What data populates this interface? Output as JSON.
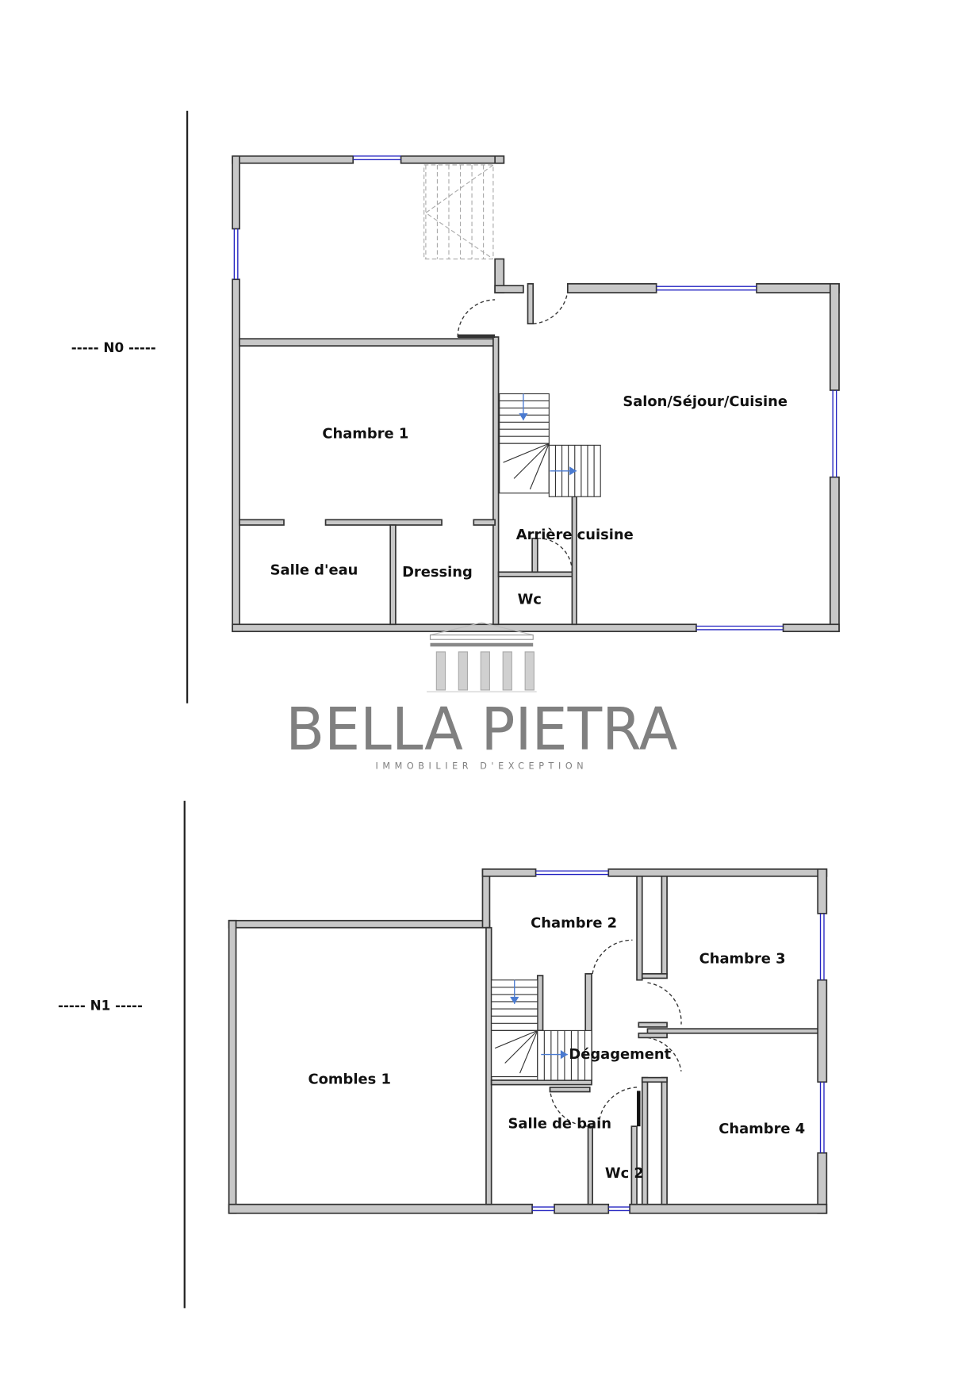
{
  "levels": {
    "n0": {
      "label": "-----  N0  -----",
      "rooms": [
        "Chambre 1",
        "Salon/Séjour/Cuisine",
        "Arrière cuisine",
        "Salle d'eau",
        "Dressing",
        "Wc"
      ]
    },
    "n1": {
      "label": "-----  N1  -----",
      "rooms": [
        "Chambre 2",
        "Chambre 3",
        "Combles 1",
        "Dégagement",
        "Salle de bain",
        "Chambre 4",
        "Wc 2"
      ]
    }
  },
  "logo": {
    "name": "BELLA PIETRA",
    "tagline": "IMMOBILIER D'EXCEPTION"
  },
  "colors": {
    "wall_fill": "#c8c8c8",
    "wall_stroke": "#333333",
    "window": "#2020c0",
    "stair_arrow": "#4a7ad0"
  }
}
